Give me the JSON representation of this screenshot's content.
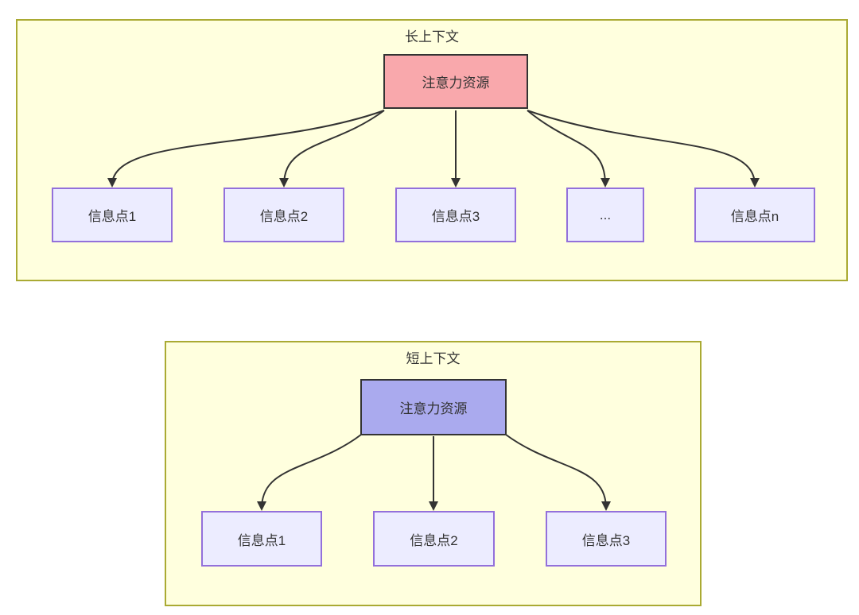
{
  "diagram": {
    "type": "flowchart",
    "colors": {
      "page_bg": "#FFFFFF",
      "section_fill": "#FFFFDE",
      "section_border": "#AAAA33",
      "info_node_fill": "#ECECFF",
      "info_node_border": "#9370DB",
      "long_attention_fill": "#F9A8AC",
      "short_attention_fill": "#AAAAEE",
      "attention_border": "#333333",
      "arrow": "#333333",
      "text": "#333333"
    },
    "sections": [
      {
        "title": "长上下文",
        "attention": {
          "label": "注意力资源",
          "fill": "#F9A8AC"
        },
        "nodes": [
          {
            "label": "信息点1"
          },
          {
            "label": "信息点2"
          },
          {
            "label": "信息点3"
          },
          {
            "label": "..."
          },
          {
            "label": "信息点n"
          }
        ],
        "edges": [
          {
            "from": "注意力资源",
            "to": "信息点1"
          },
          {
            "from": "注意力资源",
            "to": "信息点2"
          },
          {
            "from": "注意力资源",
            "to": "信息点3"
          },
          {
            "from": "注意力资源",
            "to": "..."
          },
          {
            "from": "注意力资源",
            "to": "信息点n"
          }
        ]
      },
      {
        "title": "短上下文",
        "attention": {
          "label": "注意力资源",
          "fill": "#AAAAEE"
        },
        "nodes": [
          {
            "label": "信息点1"
          },
          {
            "label": "信息点2"
          },
          {
            "label": "信息点3"
          }
        ],
        "edges": [
          {
            "from": "注意力资源",
            "to": "信息点1"
          },
          {
            "from": "注意力资源",
            "to": "信息点2"
          },
          {
            "from": "注意力资源",
            "to": "信息点3"
          }
        ]
      }
    ]
  }
}
